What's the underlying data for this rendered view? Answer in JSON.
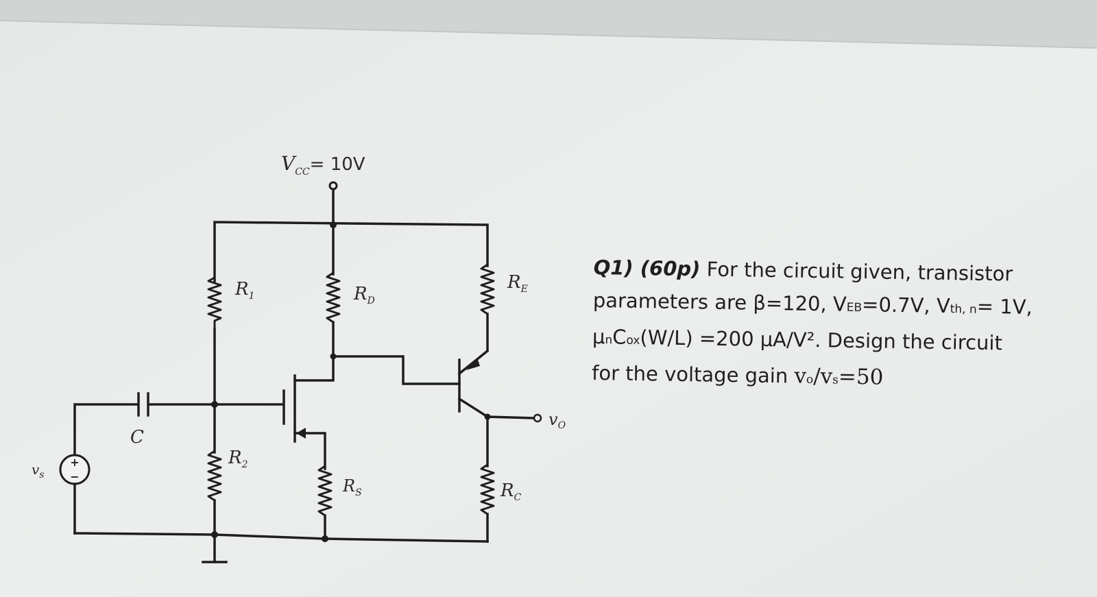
{
  "colors": {
    "background": "#e9ebea",
    "ink": "#1e1e1e",
    "text": "#1f1f1f"
  },
  "circuit": {
    "supply_label": "V",
    "supply_sub": "CC",
    "supply_value": "= 10V",
    "r1_label": "R",
    "r1_sub": "1",
    "r2_label": "R",
    "r2_sub": "2",
    "rd_label": "R",
    "rd_sub": "D",
    "rs_label": "R",
    "rs_sub": "S",
    "re_label": "R",
    "re_sub": "E",
    "rc_label": "R",
    "rc_sub": "C",
    "cap_label": "C",
    "vs_label": "v",
    "vs_sub": "s",
    "vo_label": "v",
    "vo_sub": "O",
    "source_plus": "+",
    "source_minus": "−"
  },
  "question": {
    "title": "Q1) (60p)",
    "line1_rest": "For the circuit given, transistor",
    "line2_a": "parameters are β=120, V",
    "line2_eb_sub": "EB",
    "line2_b": "=0.7V, V",
    "line2_th_sub": "th, n",
    "line2_c": "= 1V,",
    "line3_mu": "μ",
    "line3_n_sub": "n",
    "line3_c": "C",
    "line3_ox_sub": "ox",
    "line3_rest": "(W/L) =200 μA/V². Design the circuit",
    "line4_a": "for the voltage gain",
    "line4_gain": "v",
    "line4_o_sub": "o",
    "line4_slash": "/v",
    "line4_s_sub": "s",
    "line4_eq": "=50"
  }
}
